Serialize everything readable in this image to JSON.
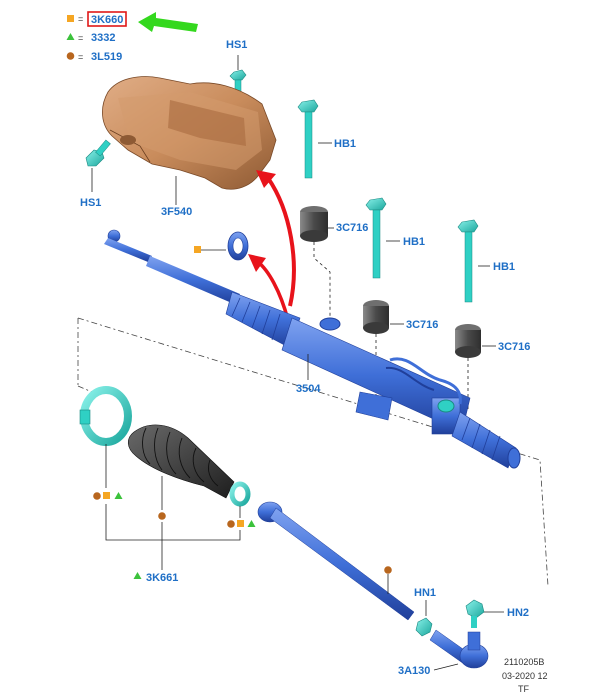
{
  "legend": [
    {
      "symbol": "orange-square",
      "color": "#f5a623",
      "eq": "=",
      "code": "3K660",
      "highlighted": true
    },
    {
      "symbol": "green-triangle",
      "color": "#3cc23c",
      "eq": "=",
      "code": "3332"
    },
    {
      "symbol": "brown-circle",
      "color": "#b8661e",
      "eq": "=",
      "code": "3L519"
    }
  ],
  "labels": {
    "hs1_top": "HS1",
    "hs1_left": "HS1",
    "heat_shield": "3F540",
    "hb1_a": "HB1",
    "hb1_b": "HB1",
    "hb1_c": "HB1",
    "c716_a": "3C716",
    "c716_b": "3C716",
    "c716_c": "3C716",
    "rack": "3504",
    "boot": "3K661",
    "hn1": "HN1",
    "hn2": "HN2",
    "tie_rod_end": "3A130"
  },
  "reference": {
    "code": "2110205B",
    "date": "03-2020 12",
    "initials": "TF"
  },
  "colors": {
    "part_blue": "#3f6fd8",
    "clamp_teal": "#2fd0c4",
    "heat_shield": "#c98c5c",
    "bushing_gray": "#5a5a5a",
    "arrow_red": "#e8131b",
    "arrow_green": "#34d81e",
    "label_blue": "#1f6fc6",
    "highlight_red": "#e01818"
  }
}
